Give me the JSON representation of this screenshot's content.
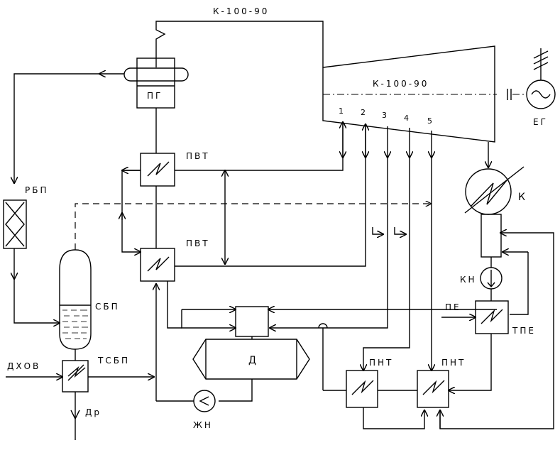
{
  "diagram": {
    "top_label": "К-100-90",
    "turbine_label": "К-100-90",
    "extraction_numbers": [
      "1",
      "2",
      "3",
      "4",
      "5"
    ],
    "labels": {
      "steam_generator": "ПГ",
      "generator": "ЕГ",
      "hp_heater_upper": "ПВТ",
      "hp_heater_lower": "ПВТ",
      "blowdown_filter": "РБП",
      "blowdown_separator": "СБП",
      "makeup_water": "ДХОВ",
      "blowdown_cooler": "ТСБП",
      "drain": "Др",
      "deaerator": "Д",
      "feed_pump": "ЖН",
      "lp_heater_left": "ПНТ",
      "lp_heater_right": "ПНТ",
      "condenser": "К",
      "condensate_pump": "КН",
      "ejector_steam": "ПЕ",
      "ejector_cooler": "ТПЕ"
    }
  }
}
